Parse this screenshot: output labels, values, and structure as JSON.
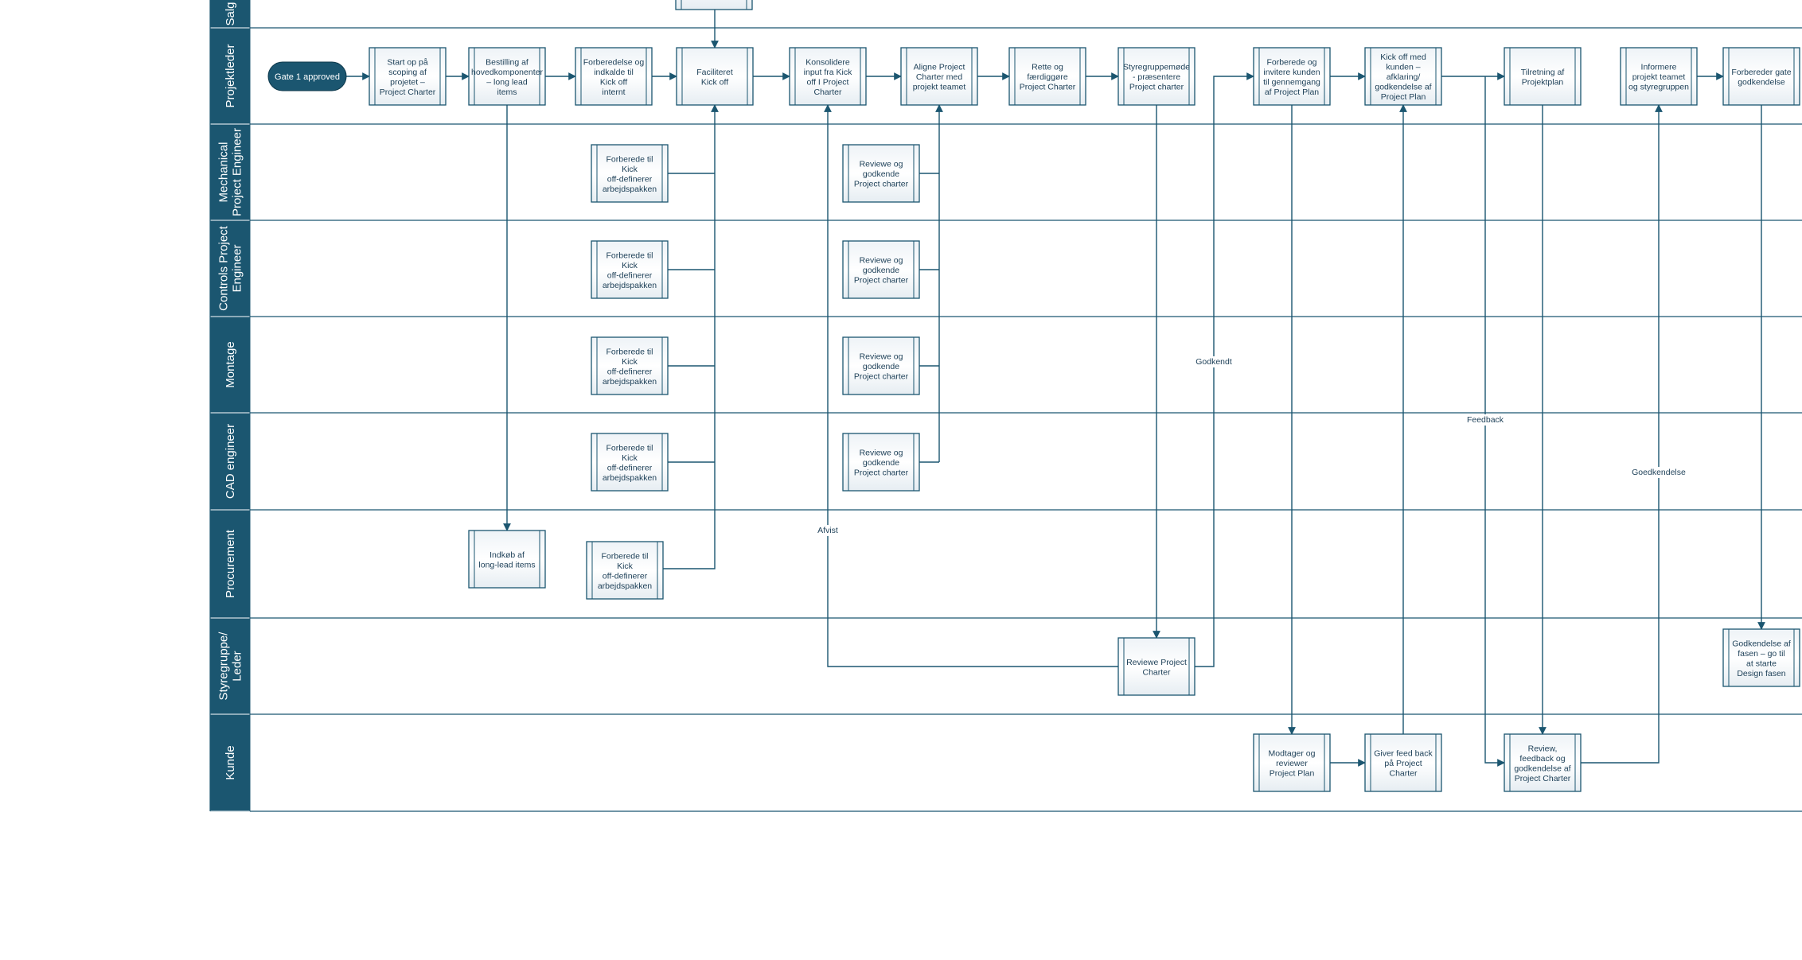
{
  "lanes": [
    {
      "id": "salg",
      "label": "Salg"
    },
    {
      "id": "projektleder",
      "label": "Projektleder"
    },
    {
      "id": "mech",
      "label": "Mechanical Project Engineer"
    },
    {
      "id": "controls",
      "label": "Controls Project Engineer"
    },
    {
      "id": "montage",
      "label": "Montage"
    },
    {
      "id": "cad",
      "label": "CAD engineer"
    },
    {
      "id": "procurement",
      "label": "Procurement"
    },
    {
      "id": "styregruppe",
      "label": "Styregruppe/ Leder"
    },
    {
      "id": "kunde",
      "label": "Kunde"
    }
  ],
  "start": {
    "label": "Gate 1 approved"
  },
  "nodes": [
    {
      "id": "salg_box",
      "text": ""
    },
    {
      "id": "p1",
      "text": "Start op på scoping af projetet – Project Charter"
    },
    {
      "id": "p2",
      "text": "Bestilling af hovedkomponenter – long lead items"
    },
    {
      "id": "p3",
      "text": "Forberedelse og indkalde til Kick off internt"
    },
    {
      "id": "p4",
      "text": "Faciliteret Kick off"
    },
    {
      "id": "p5",
      "text": "Konsolidere input fra Kick off I Project Charter"
    },
    {
      "id": "p6",
      "text": "Aligne Project Charter med projekt teamet"
    },
    {
      "id": "p7",
      "text": "Rette og færdiggøre Project Charter"
    },
    {
      "id": "p8",
      "text": "Styregruppemøde - præsentere Project charter"
    },
    {
      "id": "p9",
      "text": "Forberede og invitere kunden til gennemgang af Project Plan"
    },
    {
      "id": "p10",
      "text": "Kick off med kunden – afklaring/ godkendelse af Project Plan"
    },
    {
      "id": "p11",
      "text": "Tilretning af Projektplan"
    },
    {
      "id": "p12",
      "text": "Informere projekt teamet og styregruppen"
    },
    {
      "id": "p13",
      "text": "Forbereder gate godkendelse"
    },
    {
      "id": "m1",
      "text": "Forberede til Kick off-definerer arbejdspakken"
    },
    {
      "id": "m2",
      "text": "Reviewe og godkende Project charter"
    },
    {
      "id": "c1",
      "text": "Forberede til Kick off-definerer arbejdspakken"
    },
    {
      "id": "c2",
      "text": "Reviewe og godkende Project charter"
    },
    {
      "id": "mo1",
      "text": "Forberede til Kick off-definerer arbejdspakken"
    },
    {
      "id": "mo2",
      "text": "Reviewe og godkende Project charter"
    },
    {
      "id": "cad1",
      "text": "Forberede til Kick off-definerer arbejdspakken"
    },
    {
      "id": "cad2",
      "text": "Reviewe og godkende Project charter"
    },
    {
      "id": "pr1",
      "text": "Indkøb af long-lead items"
    },
    {
      "id": "pr2",
      "text": "Forberede til Kick off-definerer arbejdspakken"
    },
    {
      "id": "s1",
      "text": "Reviewe Project Charter"
    },
    {
      "id": "s2",
      "text": "Godkendelse af fasen – go til at starte Design fasen"
    },
    {
      "id": "k1",
      "text": "Modtager og reviewer Project Plan"
    },
    {
      "id": "k2",
      "text": "Giver feed back på Project Charter"
    },
    {
      "id": "k3",
      "text": "Review, feedback og godkendelse af Project Charter"
    }
  ],
  "edge_labels": {
    "afvist": "Afvist",
    "godkendt": "Godkendt",
    "feedback": "Feedback",
    "goedkendelse": "Goedkendelse"
  },
  "colors": {
    "lane_header": "#1b5670",
    "line": "#1b5670",
    "box_border": "#1b5670",
    "box_fill": "#ffffff",
    "box_inner": "#e8f0f5",
    "text": "#1c3f57"
  }
}
